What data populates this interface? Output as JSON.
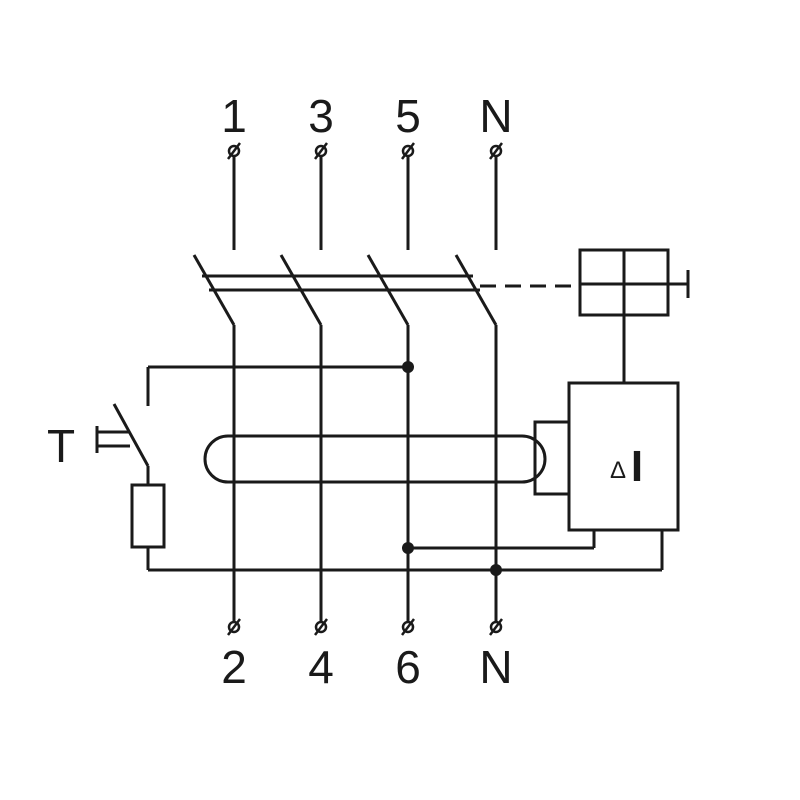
{
  "top_terminals": [
    "1",
    "3",
    "5",
    "N"
  ],
  "bottom_terminals": [
    "2",
    "4",
    "6",
    "N"
  ],
  "test_button_label": "T",
  "residual_current_block": {
    "delta": "Δ",
    "current": "I"
  },
  "colors": {
    "line": "#1a1a1a",
    "background": "#ffffff"
  }
}
